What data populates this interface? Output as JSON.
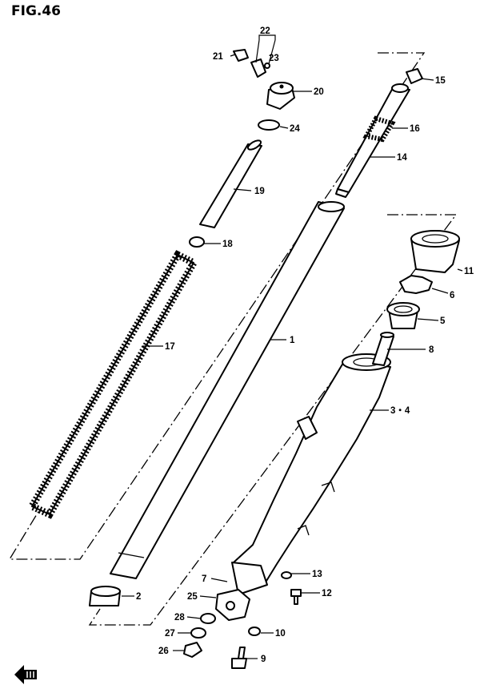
{
  "figure": {
    "title": "FIG.46"
  },
  "callouts": [
    {
      "id": "22",
      "text": "22"
    },
    {
      "id": "21",
      "text": "21"
    },
    {
      "id": "23",
      "text": "23"
    },
    {
      "id": "20",
      "text": "20"
    },
    {
      "id": "15",
      "text": "15"
    },
    {
      "id": "24",
      "text": "24"
    },
    {
      "id": "16",
      "text": "16"
    },
    {
      "id": "14",
      "text": "14"
    },
    {
      "id": "19",
      "text": "19"
    },
    {
      "id": "18",
      "text": "18"
    },
    {
      "id": "11",
      "text": "11"
    },
    {
      "id": "6",
      "text": "6"
    },
    {
      "id": "5",
      "text": "5"
    },
    {
      "id": "1",
      "text": "1"
    },
    {
      "id": "17",
      "text": "17"
    },
    {
      "id": "8",
      "text": "8"
    },
    {
      "id": "3-4",
      "text": "3・4"
    },
    {
      "id": "13",
      "text": "13"
    },
    {
      "id": "7",
      "text": "7"
    },
    {
      "id": "2",
      "text": "2"
    },
    {
      "id": "25",
      "text": "25"
    },
    {
      "id": "12",
      "text": "12"
    },
    {
      "id": "28",
      "text": "28"
    },
    {
      "id": "27",
      "text": "27"
    },
    {
      "id": "10",
      "text": "10"
    },
    {
      "id": "26",
      "text": "26"
    },
    {
      "id": "9",
      "text": "9"
    }
  ]
}
